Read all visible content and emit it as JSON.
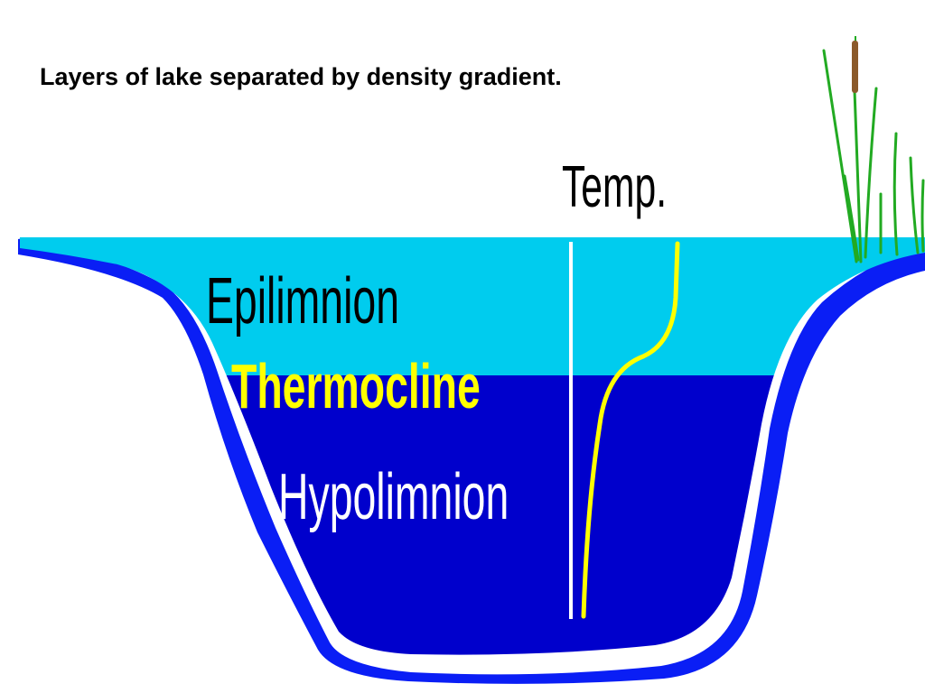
{
  "slide": {
    "title": "Layers of lake separated by density gradient."
  },
  "diagram": {
    "temp_label": "Temp.",
    "layers": {
      "epilimnion": "Epilimnion",
      "thermocline": "Thermocline",
      "hypolimnion": "Hypolimnion"
    },
    "colors": {
      "epilimnion_water": "#00ccee",
      "hypolimnion_water": "#0000cc",
      "lake_rim": "#0a1ef5",
      "thermocline_text": "#ffff00",
      "temperature_curve": "#ffff00",
      "temperature_axis": "#ffffff",
      "reed_leaves": "#22aa22",
      "cattail_head": "#8b5a2b"
    },
    "icons": [
      "lake-basin",
      "reeds-icon",
      "cattail-icon",
      "temperature-profile-curve"
    ]
  }
}
